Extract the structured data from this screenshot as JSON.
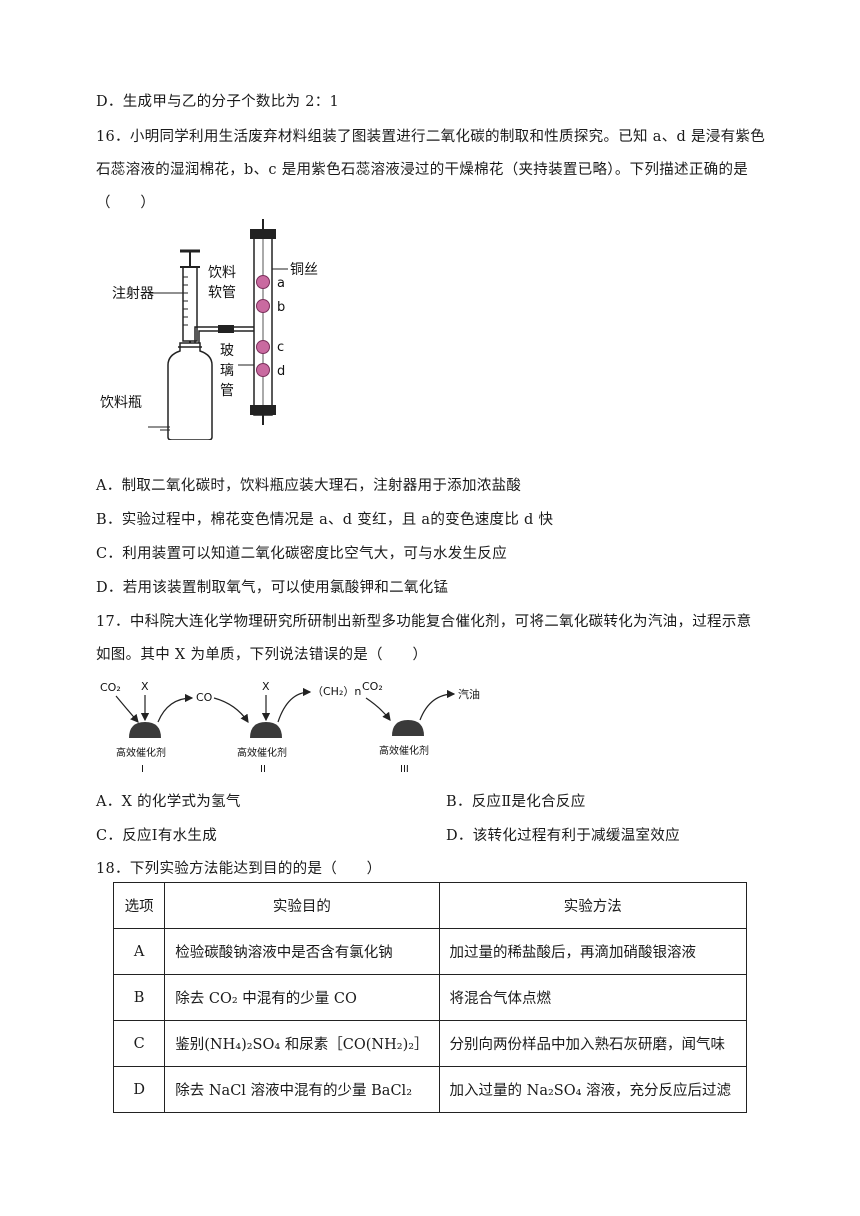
{
  "prev": {
    "optD": "D．生成甲与乙的分子个数比为 2：1"
  },
  "q16": {
    "stem1": "16．小明同学利用生活废弃材料组装了图装置进行二氧化碳的制取和性质探究。已知 a、d 是浸有紫色",
    "stem2": "石蕊溶液的湿润棉花，b、c 是用紫色石蕊溶液浸过的干燥棉花（夹持装置已略）。下列描述正确的是",
    "stem3": "（　　）",
    "fig": {
      "syringe": "注射器",
      "hose1": "饮料",
      "hose2": "软管",
      "copper": "铜丝",
      "glass1": "玻",
      "glass2": "璃",
      "glass3": "管",
      "bottle": "饮料瓶",
      "a": "a",
      "b": "b",
      "c": "c",
      "d": "d"
    },
    "optA": "A．制取二氧化碳时，饮料瓶应装大理石，注射器用于添加浓盐酸",
    "optB": "B．实验过程中，棉花变色情况是 a、d 变红，且 a的变色速度比 d 快",
    "optC": "C．利用装置可以知道二氧化碳密度比空气大，可与水发生反应",
    "optD": "D．若用该装置制取氧气，可以使用氯酸钾和二氧化锰"
  },
  "q17": {
    "stem1": "17．中科院大连化学物理研究所研制出新型多功能复合催化剂，可将二氧化碳转化为汽油，过程示意",
    "stem2": "如图。其中 X 为单质，下列说法错误的是（　　）",
    "fig": {
      "co2a": "CO₂",
      "x1": "X",
      "co": "CO",
      "x2": "X",
      "ch2n": "（CH₂）n",
      "co2b": "CO₂",
      "gasoline": "汽油",
      "cat1": "高效催化剂",
      "cat2": "高效催化剂",
      "cat3": "高效催化剂",
      "r1": "I",
      "r2": "II",
      "r3": "III"
    },
    "optA": "A．X 的化学式为氢气",
    "optB": "B．反应Ⅱ是化合反应",
    "optC": "C．反应Ⅰ有水生成",
    "optD": "D．该转化过程有利于减缓温室效应"
  },
  "q18": {
    "stem": "18．下列实验方法能达到目的的是（　　）",
    "headers": [
      "选项",
      "实验目的",
      "实验方法"
    ],
    "rows": [
      [
        "A",
        "检验碳酸钠溶液中是否含有氯化钠",
        "加过量的稀盐酸后，再滴加硝酸银溶液"
      ],
      [
        "B",
        "除去 CO₂ 中混有的少量 CO",
        "将混合气体点燃"
      ],
      [
        "C",
        "鉴别(NH₄)₂SO₄ 和尿素［CO(NH₂)₂］",
        "分别向两份样品中加入熟石灰研磨，闻气味"
      ],
      [
        "D",
        "除去 NaCl 溶液中混有的少量 BaCl₂",
        "加入过量的 Na₂SO₄ 溶液，充分反应后过滤"
      ]
    ]
  }
}
